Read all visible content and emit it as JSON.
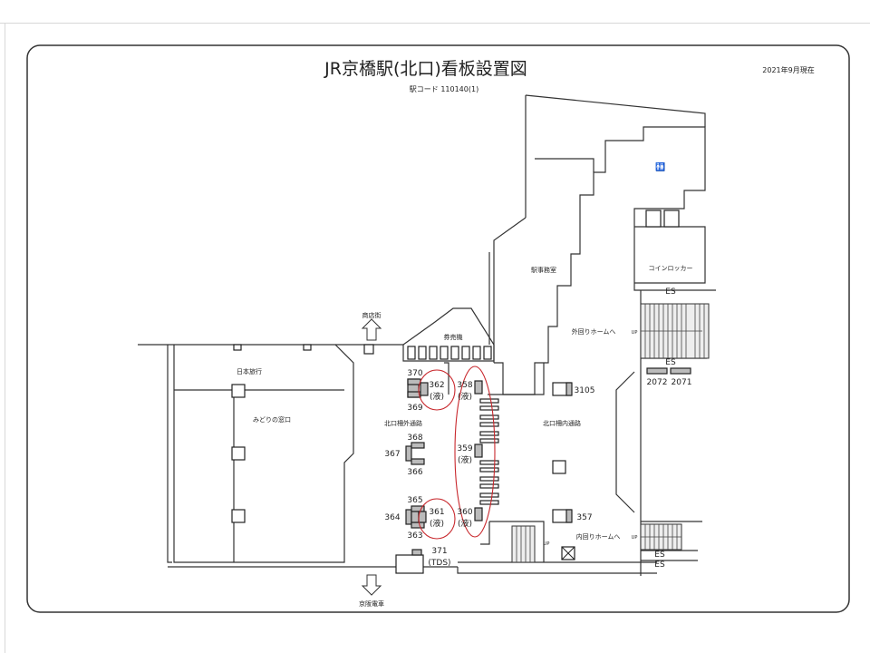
{
  "header": {
    "title": "JR京橋駅(北口)看板設置図",
    "station_code": "駅コード 110140(1)",
    "date": "2021年9月現在"
  },
  "areas": {
    "shopping_street": "商店街",
    "nippon_travel": "日本旅行",
    "midori": "みどりの窓口",
    "ticket_machines": "券売機",
    "station_office": "駅事務室",
    "coin_locker": "コインロッカー",
    "outer_platform": "外回りホームへ",
    "inner_platform": "内回りホームへ",
    "outside_passage": "北口柵外通路",
    "inside_passage": "北口柵内通路",
    "keihan": "京阪電車",
    "es": "ES",
    "up": "UP"
  },
  "signs": {
    "s370": "370",
    "s369": "369",
    "s362": "362",
    "s368": "368",
    "s367": "367",
    "s366": "366",
    "s365": "365",
    "s364": "364",
    "s363": "363",
    "s361": "361",
    "s358": "358",
    "s359": "359",
    "s360": "360",
    "s371": "371",
    "tds": "(TDS)",
    "s3105": "3105",
    "s357": "357",
    "s2072": "2072",
    "s2071": "2071",
    "liquid": "(液)"
  },
  "colors": {
    "highlight": "#c8282d"
  }
}
